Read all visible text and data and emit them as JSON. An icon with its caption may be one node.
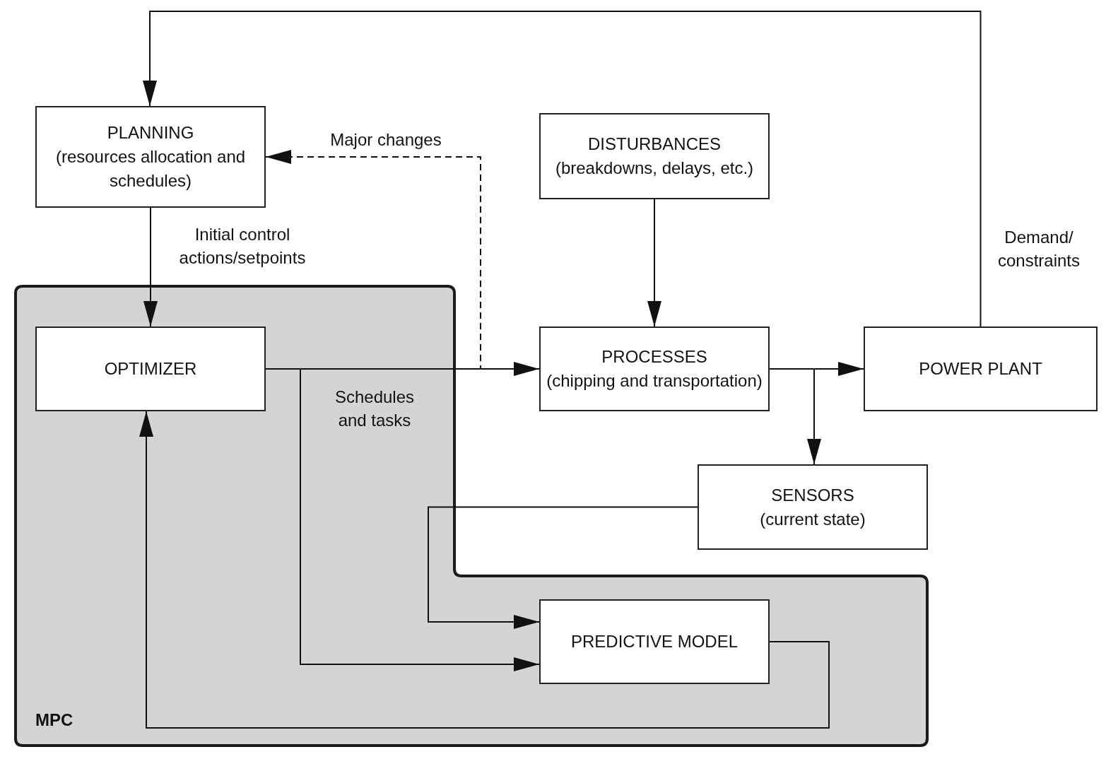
{
  "diagram": {
    "nodes": [
      {
        "text": [
          "PLANNING",
          "(resources allocation and schedules)"
        ]
      },
      {
        "text": [
          "DISTURBANCES",
          "(breakdowns, delays, etc.)"
        ]
      },
      {
        "text": [
          "MPC"
        ]
      },
      {
        "text": [
          "OPTIMIZER"
        ],
        "in": 2
      },
      {
        "text": [
          "PROCESSES",
          "(chipping and transportation)"
        ]
      },
      {
        "text": [
          "POWER PLANT"
        ]
      },
      {
        "text": [
          "SENSORS",
          "(current state)"
        ]
      },
      {
        "text": [
          "PREDICTIVE MODEL"
        ],
        "in": 2
      }
    ],
    "edges": [
      {
        "from": 0,
        "to": 3,
        "arrow": "to",
        "label": "Initial control actions/setpoints"
      },
      {
        "from": 3,
        "to": 4,
        "arrow": "to",
        "label": "Schedules and tasks"
      },
      {
        "from": 3,
        "to": 7,
        "arrow": "to"
      },
      {
        "from": 3,
        "to": 0,
        "arrow": "to",
        "label": "Major changes",
        "style": "dashed"
      },
      {
        "from": 1,
        "to": 4,
        "arrow": "to"
      },
      {
        "from": 4,
        "to": 5,
        "arrow": "to"
      },
      {
        "from": 4,
        "to": 6,
        "arrow": "to"
      },
      {
        "from": 5,
        "to": 0,
        "arrow": "to",
        "label": "Demand/ constraints"
      },
      {
        "from": 6,
        "to": 7,
        "arrow": "to"
      },
      {
        "from": 7,
        "to": 3,
        "arrow": "to"
      }
    ]
  }
}
